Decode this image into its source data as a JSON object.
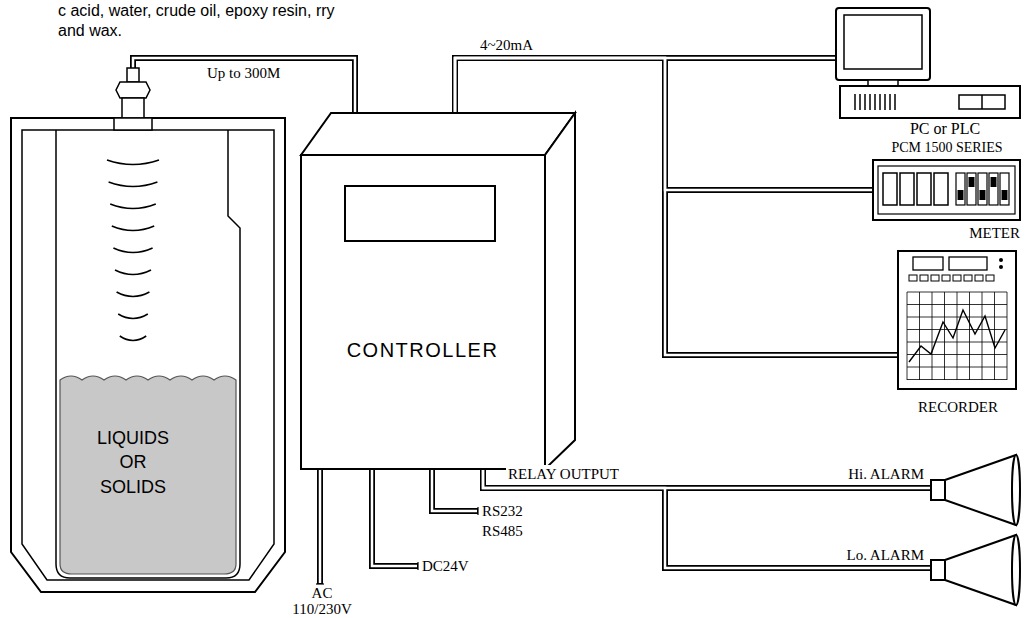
{
  "diagram": {
    "nodes": [
      {
        "text": [
          "LIQUIDS OR SOLIDS"
        ]
      },
      {
        "text": [
          "CONTROLLER"
        ]
      },
      {
        "text": [
          "PC or PLC"
        ]
      },
      {
        "text": [
          "PCM 1500 SERIES",
          "METER"
        ]
      },
      {
        "text": [
          "RECORDER"
        ]
      },
      {
        "text": [
          "Hi. ALARM"
        ]
      },
      {
        "text": [
          "Lo. ALARM"
        ]
      }
    ],
    "edges": [
      {
        "from": 0,
        "to": 1,
        "arrow": "none",
        "label": "Up to 300M"
      },
      {
        "from": 1,
        "to": 2,
        "arrow": "none",
        "label": "4~20mA"
      },
      {
        "from": 1,
        "to": 3,
        "arrow": "none"
      },
      {
        "from": 1,
        "to": 4,
        "arrow": "none"
      },
      {
        "from": 1,
        "to": 5,
        "arrow": "none",
        "label": "RELAY OUTPUT"
      },
      {
        "from": 1,
        "to": 6,
        "arrow": "none"
      }
    ],
    "labels": [
      "c acid, water, crude oil, epoxy resin, rry and wax.",
      "RS232 RS485",
      "DC24V",
      "AC 110/230V"
    ]
  }
}
